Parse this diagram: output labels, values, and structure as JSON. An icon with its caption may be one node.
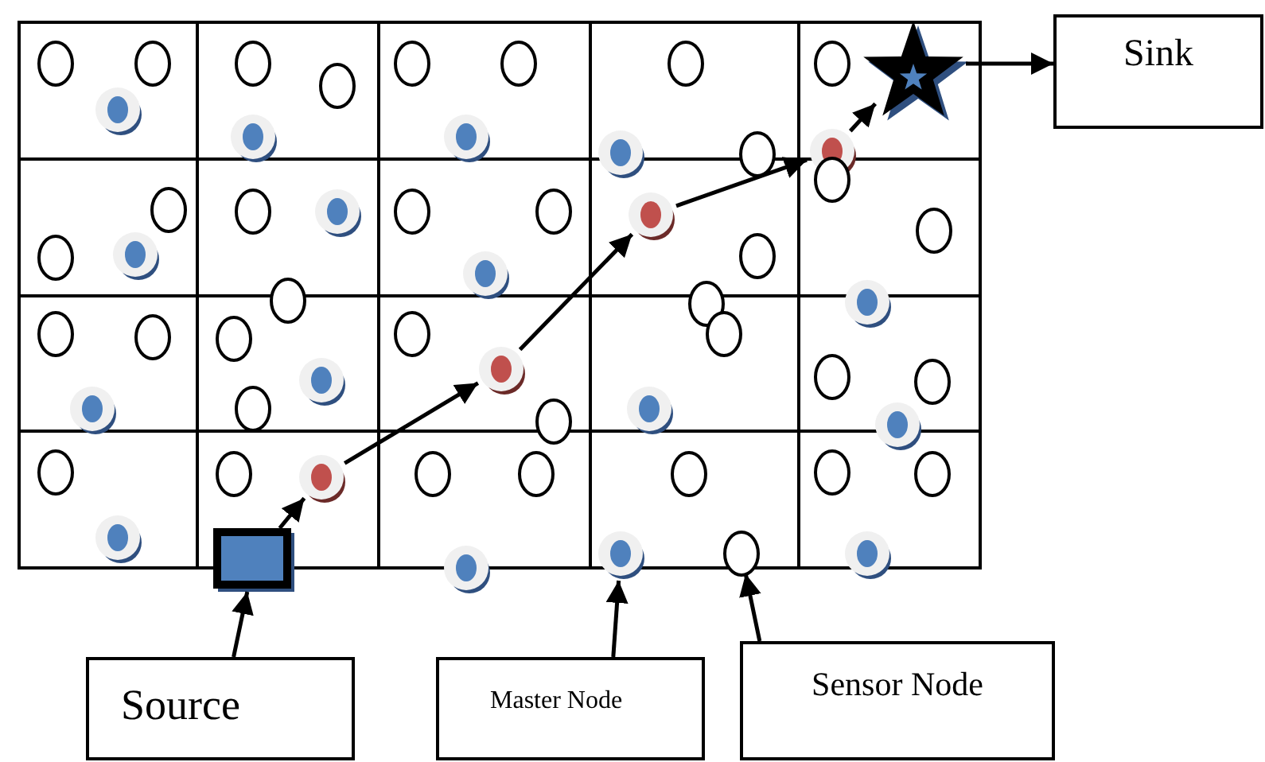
{
  "diagram": {
    "nodes": [
      {
        "text": [
          "Sink"
        ]
      },
      {
        "text": [
          "Source"
        ]
      },
      {
        "text": [
          "Master Node"
        ]
      },
      {
        "text": [
          "Sensor Node"
        ]
      },
      {
        "text": [],
        "shape": "box"
      },
      {
        "text": [],
        "shape": "circle"
      },
      {
        "text": [],
        "shape": "circle"
      },
      {
        "text": [],
        "shape": "circle"
      },
      {
        "text": [],
        "shape": "circle"
      },
      {
        "text": [],
        "shape": "star"
      },
      {
        "text": [],
        "shape": "circle"
      },
      {
        "text": [],
        "shape": "circle"
      },
      {
        "text": [],
        "shape": "circle"
      },
      {
        "text": [],
        "shape": "circle"
      },
      {
        "text": [],
        "shape": "circle"
      },
      {
        "text": [],
        "shape": "circle"
      },
      {
        "text": [],
        "shape": "circle"
      },
      {
        "text": [],
        "shape": "circle"
      },
      {
        "text": [],
        "shape": "circle"
      },
      {
        "text": [],
        "shape": "circle"
      },
      {
        "text": [],
        "shape": "circle"
      },
      {
        "text": [],
        "shape": "circle"
      },
      {
        "text": [],
        "shape": "circle"
      },
      {
        "text": [],
        "shape": "circle"
      },
      {
        "text": [],
        "shape": "circle"
      },
      {
        "text": [],
        "shape": "circle"
      },
      {
        "text": [],
        "shape": "circle"
      },
      {
        "text": [],
        "shape": "circle"
      },
      {
        "text": [],
        "shape": "circle"
      },
      {
        "text": [],
        "shape": "circle"
      },
      {
        "text": [],
        "shape": "circle"
      },
      {
        "text": [],
        "shape": "circle"
      },
      {
        "text": [],
        "shape": "circle"
      },
      {
        "text": [],
        "shape": "circle"
      },
      {
        "text": [],
        "shape": "circle"
      },
      {
        "text": [],
        "shape": "circle"
      },
      {
        "text": [],
        "shape": "circle"
      },
      {
        "text": [],
        "shape": "circle"
      },
      {
        "text": [],
        "shape": "circle"
      },
      {
        "text": [],
        "shape": "circle"
      },
      {
        "text": [],
        "shape": "circle"
      },
      {
        "text": [],
        "shape": "circle"
      },
      {
        "text": [],
        "shape": "circle"
      },
      {
        "text": [],
        "shape": "circle"
      },
      {
        "text": [],
        "shape": "circle"
      },
      {
        "text": [],
        "shape": "circle"
      },
      {
        "text": [],
        "shape": "circle"
      },
      {
        "text": [],
        "shape": "circle"
      },
      {
        "text": [],
        "shape": "circle"
      },
      {
        "text": [],
        "shape": "circle"
      },
      {
        "text": [],
        "shape": "circle"
      },
      {
        "text": [],
        "shape": "circle"
      },
      {
        "text": [],
        "shape": "circle"
      },
      {
        "text": [],
        "shape": "circle"
      },
      {
        "text": [],
        "shape": "circle"
      },
      {
        "text": [],
        "shape": "circle"
      },
      {
        "text": [],
        "shape": "circle"
      },
      {
        "text": [],
        "shape": "circle"
      },
      {
        "text": [],
        "shape": "circle"
      },
      {
        "text": [],
        "shape": "circle"
      },
      {
        "text": [],
        "shape": "circle"
      },
      {
        "text": [],
        "shape": "circle"
      }
    ],
    "edges": [
      {
        "from": 4,
        "to": 5,
        "arrow": "to"
      },
      {
        "from": 5,
        "to": 6,
        "arrow": "to"
      },
      {
        "from": 6,
        "to": 7,
        "arrow": "to"
      },
      {
        "from": 7,
        "to": 8,
        "arrow": "to"
      },
      {
        "from": 8,
        "to": 9,
        "arrow": "to"
      },
      {
        "from": 9,
        "to": 0,
        "arrow": "to"
      },
      {
        "from": 1,
        "to": 4,
        "arrow": "to"
      },
      {
        "from": 2,
        "to": 10,
        "arrow": "to"
      },
      {
        "from": 3,
        "to": 11,
        "arrow": "to"
      }
    ]
  }
}
